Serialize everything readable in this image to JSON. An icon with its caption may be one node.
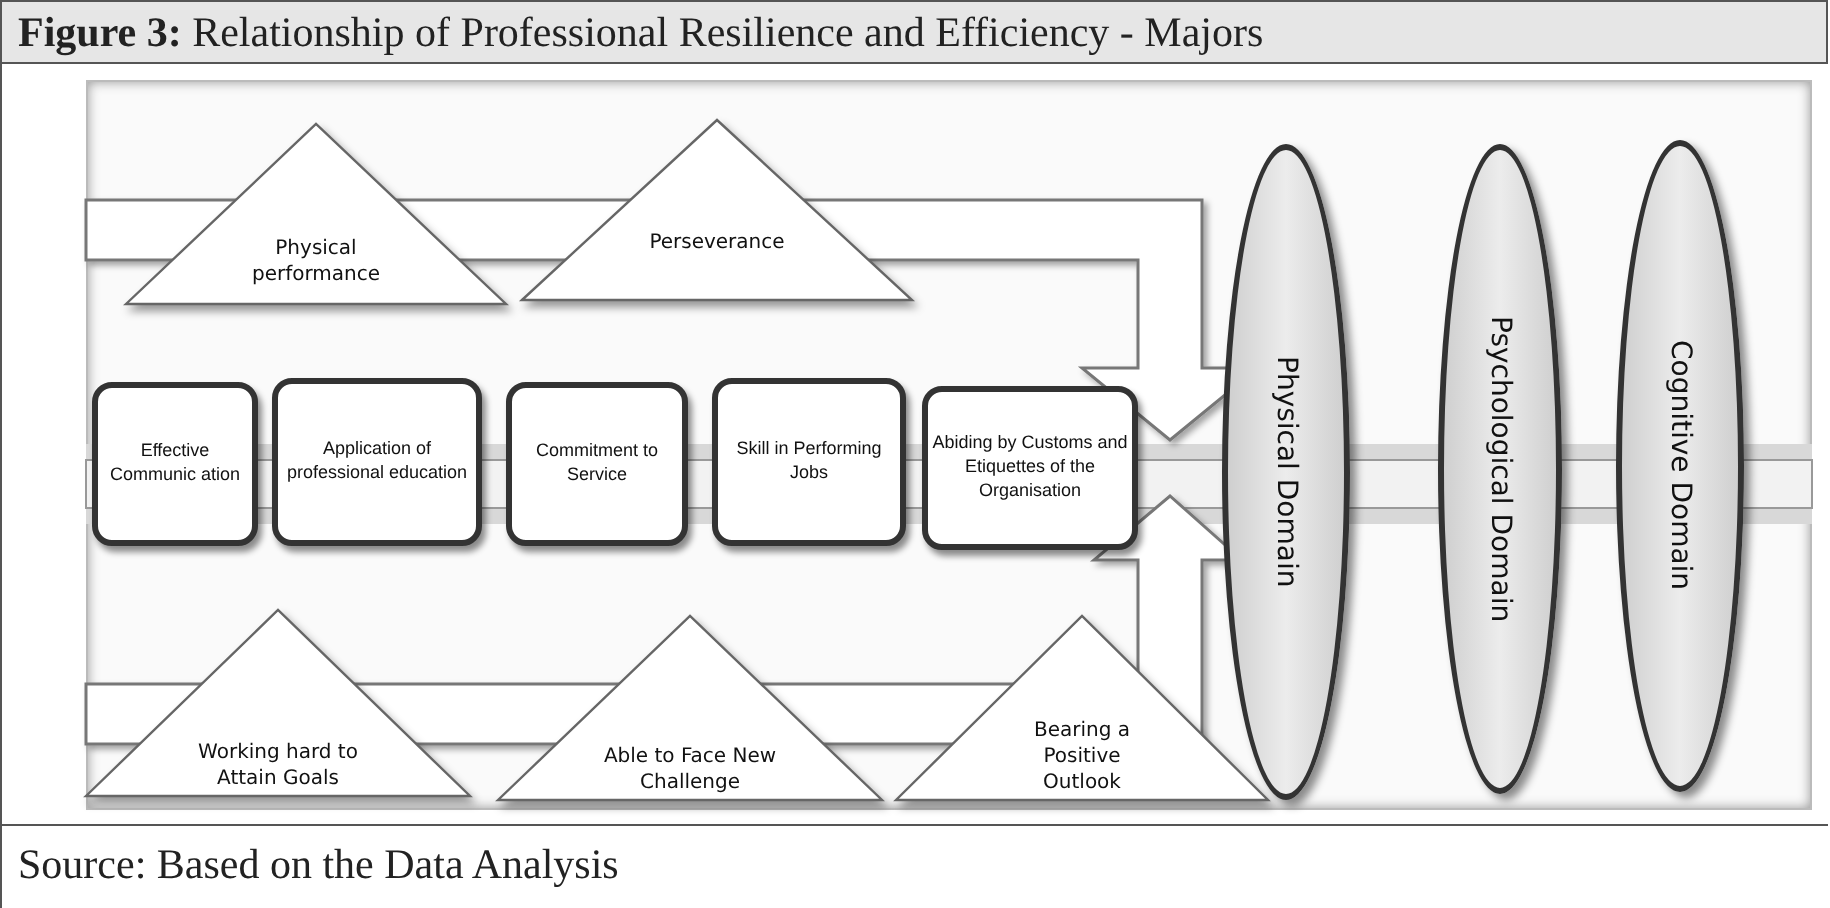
{
  "diagram": {
    "title": "**Figure 3:** Relationship of Professional Resilience and Efficiency - Majors",
    "caption": "Source: Based on the Data Analysis",
    "nodes": [
      {
        "text": [
          "Physical performance"
        ]
      },
      {
        "text": [
          "Perseverance"
        ]
      },
      {
        "text": [
          "Effective Communic ation"
        ]
      },
      {
        "text": [
          "Application of professional education"
        ]
      },
      {
        "text": [
          "Commitment to Service"
        ]
      },
      {
        "text": [
          "Skill in Performing Jobs"
        ]
      },
      {
        "text": [
          "Abiding by Customs and Etiquettes of the Organisation"
        ]
      },
      {
        "text": [
          "Working hard to Attain Goals"
        ]
      },
      {
        "text": [
          "Able to Face New Challenge"
        ]
      },
      {
        "text": [
          "Bearing a Positive Outlook"
        ]
      },
      {
        "text": [
          "Physical Domain"
        ]
      },
      {
        "text": [
          "Psychological Domain"
        ]
      },
      {
        "text": [
          "Cognitive Domain"
        ]
      }
    ],
    "edges": [
      {
        "from": null,
        "to": 10,
        "arrow": "to"
      },
      {
        "from": null,
        "to": 10,
        "arrow": "to"
      }
    ]
  }
}
